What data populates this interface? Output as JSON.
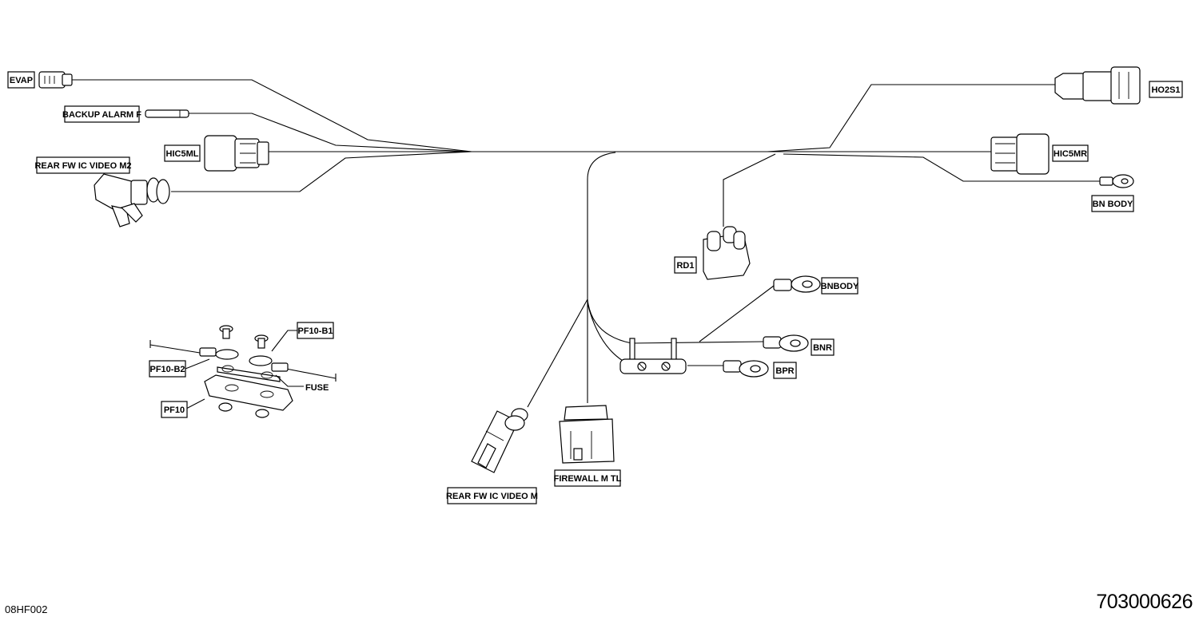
{
  "labels": {
    "evap": "EVAP",
    "backup_alarm_f": "BACKUP ALARM F",
    "hic5ml": "HIC5ML",
    "rear_fw_ic_video_m2": "REAR FW IC VIDEO M2",
    "ho2s1": "HO2S1",
    "hic5mr": "HIC5MR",
    "bn_body": "BN BODY",
    "rd1": "RD1",
    "bnbody": "BNBODY",
    "bnr": "BNR",
    "bpr": "BPR",
    "pf10_b1": "PF10-B1",
    "pf10_b2": "PF10-B2",
    "fuse": "FUSE",
    "pf10": "PF10",
    "rear_fw_ic_video_m": "REAR FW IC VIDEO M",
    "firewall_m_tl": "FIREWALL M TL"
  },
  "footer": {
    "drawing_code": "08HF002",
    "part_number": "703000626"
  }
}
